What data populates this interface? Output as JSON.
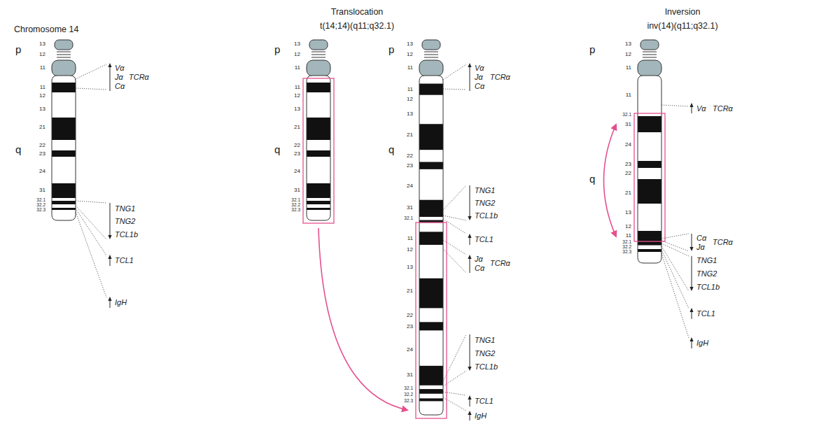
{
  "diagram": {
    "labels": [
      "Chromosome 14",
      "p",
      "13",
      "12",
      "11",
      "q",
      "11",
      "12",
      "13",
      "21",
      "22",
      "23",
      "24",
      "31",
      "32.1",
      "32.2",
      "32.3",
      "Vα",
      "Jα",
      "TCRα",
      "Cα",
      "TNG1",
      "TNG2",
      "TCL1b",
      "TCL1",
      "IgH",
      "Translocation",
      "t(14;14)(q11;q32.1)",
      "p",
      "13",
      "12",
      "11",
      "q",
      "11",
      "12",
      "13",
      "21",
      "22",
      "23",
      "24",
      "31",
      "32.1",
      "32.2",
      "32.3",
      "p",
      "13",
      "12",
      "11",
      "q",
      "11",
      "12",
      "13",
      "21",
      "22",
      "23",
      "24",
      "31",
      "32.1",
      "11",
      "12",
      "13",
      "21",
      "22",
      "23",
      "24",
      "31",
      "32.1",
      "32.2",
      "32.3",
      "Vα",
      "Jα",
      "TCRα",
      "Cα",
      "TNG1",
      "TNG2",
      "TCL1b",
      "TCL1",
      "Jα",
      "Cα",
      "TCRα",
      "TNG1",
      "TNG2",
      "TCL1b",
      "TCL1",
      "IgH",
      "Inversion",
      "inv(14)(q11;q32.1)",
      "p",
      "13",
      "12",
      "11",
      "q",
      "11",
      "32.1",
      "31",
      "24",
      "23",
      "22",
      "21",
      "13",
      "12",
      "11",
      "32.1",
      "32.2",
      "32.3",
      "Vα",
      "TCRα",
      "Cα",
      "Jα",
      "TCRα",
      "TNG1",
      "TNG2",
      "TCL1b",
      "TCL1",
      "IgH"
    ]
  }
}
